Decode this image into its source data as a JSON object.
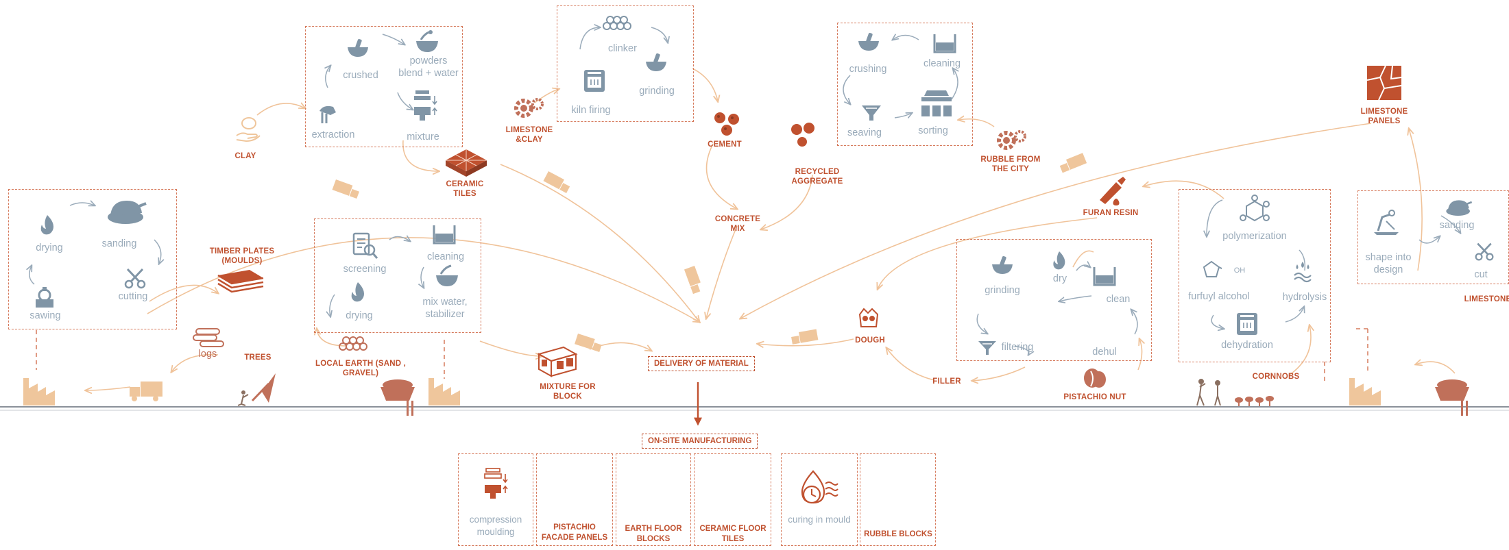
{
  "colors": {
    "flow": "#f0c39a",
    "accent": "#c0512f",
    "box": "#d67a5c",
    "icon": "#8095a6",
    "label": "#9aabba",
    "ground": "#8a9099",
    "factory": "#efc69c"
  },
  "processes": {
    "clay_box": {
      "crushed": "crushed",
      "powders": "powders\nblend + water",
      "extraction": "extraction",
      "mixture": "mixture"
    },
    "cement_box": {
      "clinker": "clinker",
      "kiln": "kiln firing",
      "grinding": "grinding"
    },
    "rubble_box": {
      "crushing": "crushing",
      "cleaning": "cleaning",
      "seaving": "seaving",
      "sorting": "sorting"
    },
    "timber_box": {
      "drying": "drying",
      "sanding": "sanding",
      "sawing": "sawing",
      "cutting": "cutting"
    },
    "earth_box": {
      "screening": "screening",
      "cleaning": "cleaning",
      "drying": "drying",
      "mix": "mix water,\nstabilizer"
    },
    "pistachio_box": {
      "grinding": "grinding",
      "dry": "dry",
      "clean": "clean",
      "filtering": "filtering",
      "dehul": "dehul"
    },
    "resin_box": {
      "polymerization": "polymerization",
      "furfuyl": "furfuyl alcohol",
      "hydrolysis": "hydrolysis",
      "dehydration": "dehydration",
      "oh": "OH"
    },
    "limestone_box": {
      "sanding": "sanding",
      "shape": "shape into\ndesign",
      "cut": "cut"
    }
  },
  "products": {
    "clay": "CLAY",
    "limestone_clay": "LIMESTONE\n&CLAY",
    "ceramic_tiles": "CERAMIC\nTILES",
    "cement": "CEMENT",
    "concrete_mix": "CONCRETE\nMIX",
    "recycled_aggregate": "RECYCLED\nAGGREGATE",
    "rubble_city": "RUBBLE FROM\nTHE CITY",
    "limestone_panels": "LIMESTONE\nPANELS",
    "furan_resin": "FURAN RESIN",
    "timber_plates": "TIMBER PLATES\n(MOULDS)",
    "trees": "TREES",
    "logs": "logs",
    "local_earth": "LOCAL EARTH (SAND ,\nGRAVEL)",
    "mixture_block": "MIXTURE FOR\nBLOCK",
    "dough": "DOUGH",
    "filler": "FILLER",
    "pistachio_nut": "PISTACHIO NUT",
    "cornnobs": "CORNNOBS",
    "limestone": "LIMESTONE"
  },
  "delivery": "DELIVERY OF MATERIAL",
  "onsite": "ON-SITE MANUFACTURING",
  "manufacturing": {
    "compression": "compression\nmoulding",
    "pistachio": "PISTACHIO\nFACADE PANELS",
    "earth": "EARTH FLOOR\nBLOCKS",
    "ceramic": "CERAMIC FLOOR\nTILES",
    "curing": "curing in mould",
    "rubble": "RUBBLE BLOCKS"
  }
}
